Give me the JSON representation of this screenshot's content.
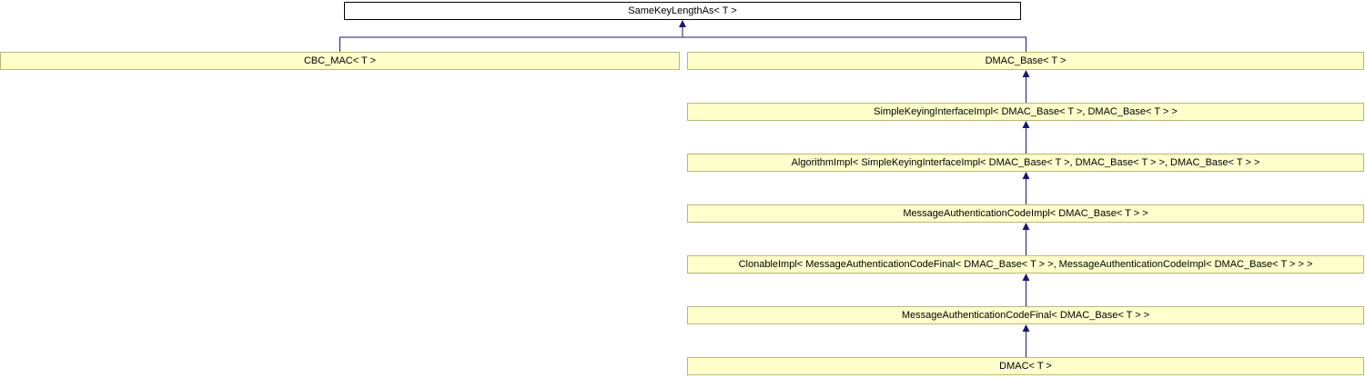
{
  "diagram": {
    "kind": "class-inheritance-diagram",
    "colors": {
      "background": "#ffffff",
      "node_fill": "#ffffcc",
      "node_border": "#b8b878",
      "root_fill": "#ffffff",
      "root_border": "#000000",
      "arrow": "#191970",
      "text": "#000000"
    },
    "nodes": [
      {
        "id": "root",
        "label": "SameKeyLengthAs< T >"
      },
      {
        "id": "cbc_mac",
        "label": "CBC_MAC< T >"
      },
      {
        "id": "dmac_base",
        "label": "DMAC_Base< T >"
      },
      {
        "id": "ski_impl",
        "label": "SimpleKeyingInterfaceImpl< DMAC_Base< T >, DMAC_Base< T > >"
      },
      {
        "id": "algorithm_impl",
        "label": "AlgorithmImpl< SimpleKeyingInterfaceImpl< DMAC_Base< T >, DMAC_Base< T > >, DMAC_Base< T > >"
      },
      {
        "id": "mac_impl",
        "label": "MessageAuthenticationCodeImpl< DMAC_Base< T > >"
      },
      {
        "id": "clonable_impl",
        "label": "ClonableImpl< MessageAuthenticationCodeFinal< DMAC_Base< T > >, MessageAuthenticationCodeImpl< DMAC_Base< T > > >"
      },
      {
        "id": "mac_final",
        "label": "MessageAuthenticationCodeFinal< DMAC_Base< T > >"
      },
      {
        "id": "dmac",
        "label": "DMAC< T >"
      }
    ],
    "edges": [
      {
        "from": "cbc_mac",
        "to": "root"
      },
      {
        "from": "dmac_base",
        "to": "root"
      },
      {
        "from": "ski_impl",
        "to": "dmac_base"
      },
      {
        "from": "algorithm_impl",
        "to": "ski_impl"
      },
      {
        "from": "mac_impl",
        "to": "algorithm_impl"
      },
      {
        "from": "clonable_impl",
        "to": "mac_impl"
      },
      {
        "from": "mac_final",
        "to": "clonable_impl"
      },
      {
        "from": "dmac",
        "to": "mac_final"
      }
    ]
  }
}
